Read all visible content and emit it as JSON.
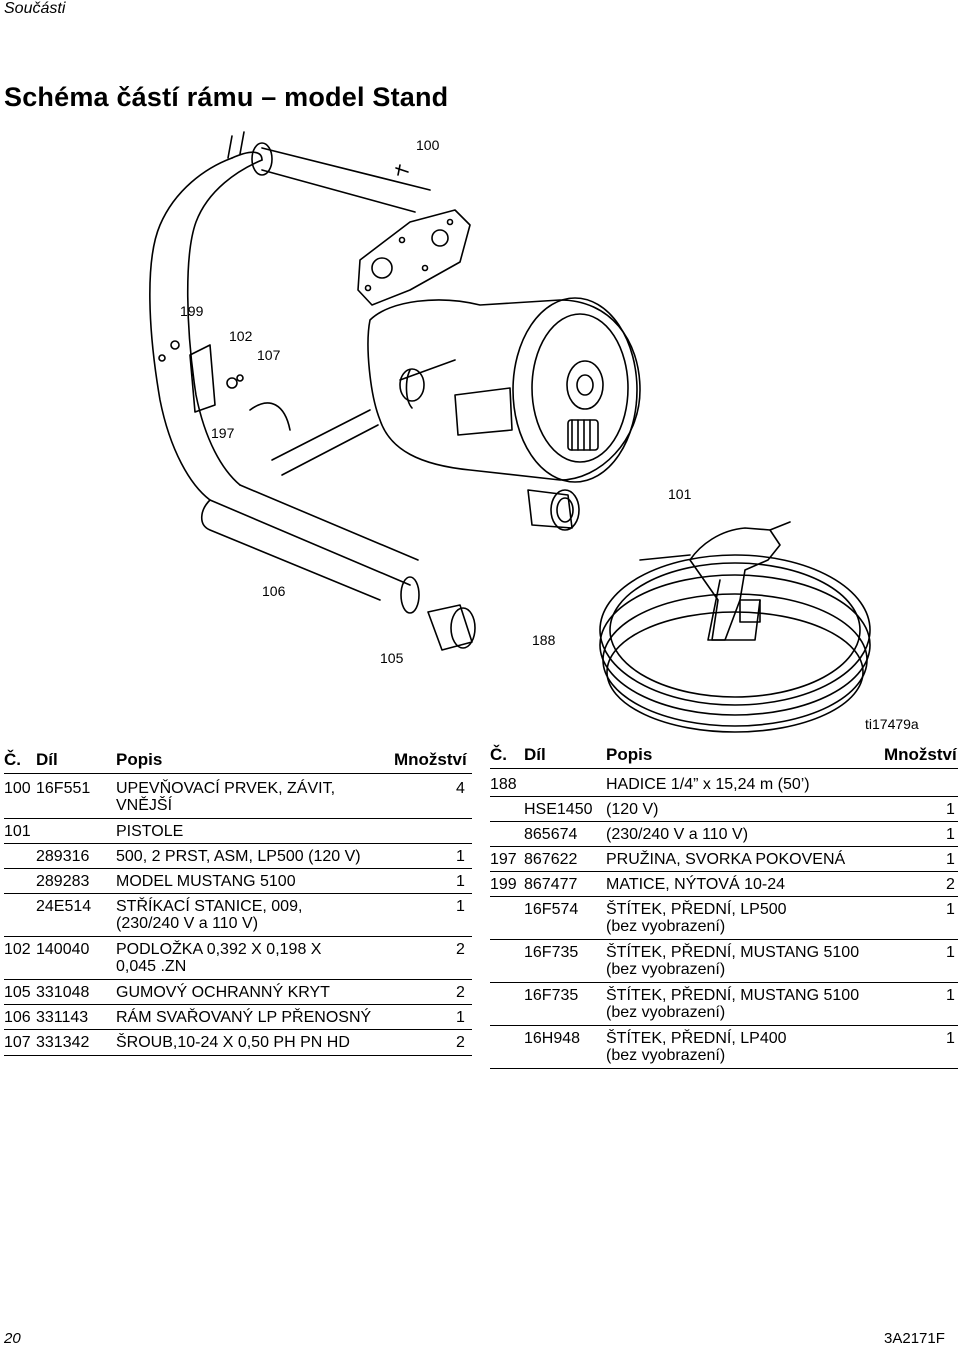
{
  "header": {
    "section": "Součásti",
    "title": "Schéma částí rámu – model Stand"
  },
  "figure": {
    "callouts": [
      "100",
      "199",
      "102",
      "107",
      "197",
      "101",
      "106",
      "188",
      "105"
    ],
    "figure_id": "ti17479a"
  },
  "table_headers": {
    "no": "Č.",
    "part": "Díl",
    "desc": "Popis",
    "qty": "Množství"
  },
  "left_rows": [
    {
      "no": "100",
      "part": "16F551",
      "desc": [
        "UPEVŇOVACÍ PRVEK, ZÁVIT,",
        "VNĚJŠÍ"
      ],
      "qty": "4"
    },
    {
      "no": "101",
      "part": "",
      "desc": [
        "PISTOLE"
      ],
      "qty": ""
    },
    {
      "no": "",
      "part": "289316",
      "desc": [
        "500, 2 PRST, ASM, LP500 (120 V)"
      ],
      "qty": "1"
    },
    {
      "no": "",
      "part": "289283",
      "desc": [
        "MODEL MUSTANG 5100"
      ],
      "qty": "1"
    },
    {
      "no": "",
      "part": "24E514",
      "desc": [
        "STŘÍKACÍ STANICE, 009,",
        "(230/240 V a 110 V)"
      ],
      "qty": "1"
    },
    {
      "no": "102",
      "part": "140040",
      "desc": [
        "PODLOŽKA 0,392 X 0,198 X",
        "0,045 .ZN"
      ],
      "qty": "2"
    },
    {
      "no": "105",
      "part": "331048",
      "desc": [
        "GUMOVÝ OCHRANNÝ KRYT"
      ],
      "qty": "2"
    },
    {
      "no": "106",
      "part": "331143",
      "desc": [
        "RÁM SVAŘOVANÝ LP PŘENOSNÝ"
      ],
      "qty": "1"
    },
    {
      "no": "107",
      "part": "331342",
      "desc": [
        "ŠROUB,10-24 X 0,50 PH PN HD"
      ],
      "qty": "2"
    }
  ],
  "right_rows": [
    {
      "no": "188",
      "part": "",
      "desc": [
        "HADICE 1/4” x 15,24 m (50’)"
      ],
      "qty": ""
    },
    {
      "no": "",
      "part": "HSE1450",
      "desc": [
        "(120 V)"
      ],
      "qty": "1"
    },
    {
      "no": "",
      "part": "865674",
      "desc": [
        "(230/240 V a 110 V)"
      ],
      "qty": "1"
    },
    {
      "no": "197",
      "part": "867622",
      "desc": [
        "PRUŽINA, SVORKA POKOVENÁ"
      ],
      "qty": "1"
    },
    {
      "no": "199",
      "part": "867477",
      "desc": [
        "MATICE, NÝTOVÁ 10-24"
      ],
      "qty": "2"
    },
    {
      "no": "",
      "part": "16F574",
      "desc": [
        "ŠTÍTEK, PŘEDNÍ, LP500",
        "(bez vyobrazení)"
      ],
      "qty": "1"
    },
    {
      "no": "",
      "part": "16F735",
      "desc": [
        "ŠTÍTEK, PŘEDNÍ, MUSTANG 5100",
        "(bez vyobrazení)"
      ],
      "qty": "1"
    },
    {
      "no": "",
      "part": "16F735",
      "desc": [
        "ŠTÍTEK, PŘEDNÍ, MUSTANG 5100",
        "(bez vyobrazení)"
      ],
      "qty": "1"
    },
    {
      "no": "",
      "part": "16H948",
      "desc": [
        "ŠTÍTEK, PŘEDNÍ, LP400",
        "(bez vyobrazení)"
      ],
      "qty": "1"
    }
  ],
  "footer": {
    "page": "20",
    "doc": "3A2171F"
  }
}
